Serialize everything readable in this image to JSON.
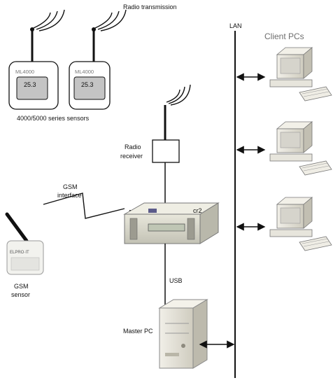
{
  "labels": {
    "radio_transmission": "Radio transmission",
    "series_sensors": "4000/5000 series sensors",
    "radio_receiver_line1": "Radio",
    "radio_receiver_line2": "receiver",
    "gsm_interface_line1": "GSM",
    "gsm_interface_line2": "interface",
    "cr2": "cr2",
    "gsm_sensor_line1": "GSM",
    "gsm_sensor_line2": "sensor",
    "usb": "USB",
    "master_pc": "Master PC",
    "lan": "LAN",
    "client_pcs": "Client PCs"
  },
  "sensors": [
    {
      "model": "ML4000",
      "reading": "25.3"
    },
    {
      "model": "ML4000",
      "reading": "25.3"
    }
  ],
  "gsm_sensor_brand": "ELPRO·IT",
  "colors": {
    "line": "#111111",
    "client_label": "#6e6e6e",
    "device_body": "#d9d8cc",
    "lcd": "#bfc6b4"
  }
}
